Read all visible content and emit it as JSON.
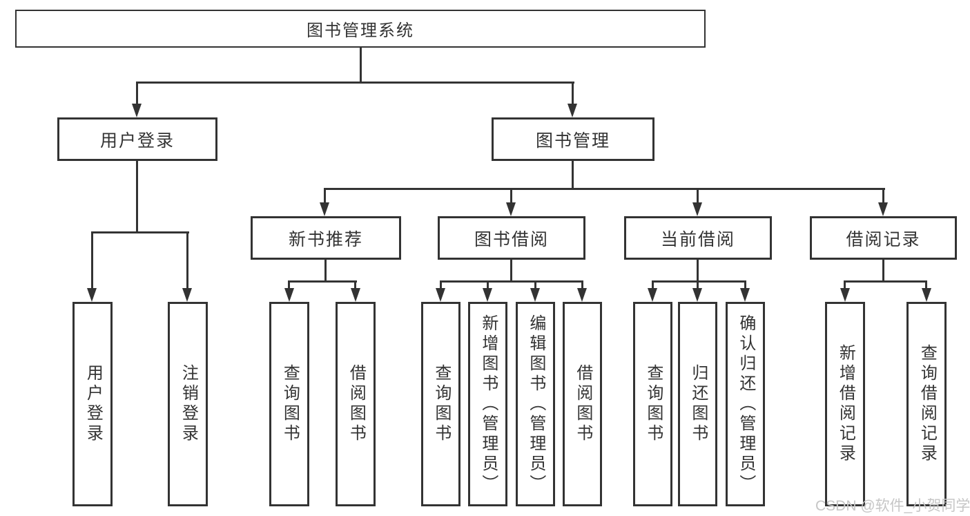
{
  "colors": {
    "line": "#333333",
    "text": "#333333",
    "background": "#ffffff",
    "watermark": "#c6c6c6"
  },
  "root": {
    "label": "图书管理系统"
  },
  "branches": {
    "user": {
      "label": "用户登录",
      "children": [
        "用户登录",
        "注销登录"
      ]
    },
    "book": {
      "label": "图书管理"
    }
  },
  "modules": [
    {
      "label": "新书推荐",
      "children": [
        "查询图书",
        "借阅图书"
      ]
    },
    {
      "label": "图书借阅",
      "children": [
        "查询图书",
        "新增图书（管理员）",
        "编辑图书（管理员）",
        "借阅图书"
      ]
    },
    {
      "label": "当前借阅",
      "children": [
        "查询图书",
        "归还图书",
        "确认归还（管理员）"
      ]
    },
    {
      "label": "借阅记录",
      "children": [
        "新增借阅记录",
        "查询借阅记录"
      ]
    }
  ],
  "watermark": {
    "text": "CSDN @软件_小贺同学"
  }
}
